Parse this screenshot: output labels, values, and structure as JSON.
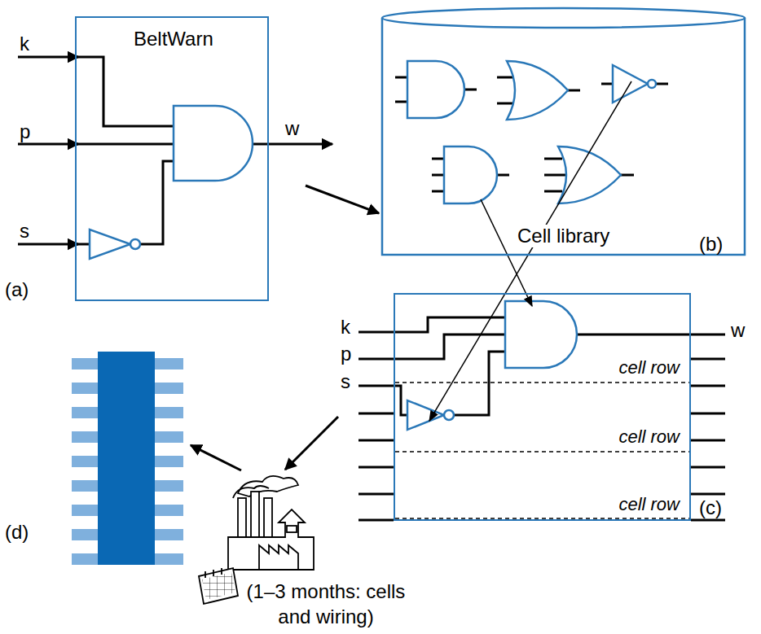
{
  "diagram": {
    "nodes": [
      {
        "text": [
          "BeltWarn"
        ]
      },
      {
        "text": [
          "Cell library"
        ]
      },
      {
        "text": [
          "cell row",
          "cell row",
          "cell row"
        ]
      },
      {
        "text": [
          "(1–3 months: cells and wiring)"
        ]
      }
    ],
    "edges": [
      {
        "from": 0,
        "to": 1,
        "arrow": "to"
      },
      {
        "from": 2,
        "to": 3,
        "arrow": "to"
      }
    ],
    "labels": [
      "k",
      "p",
      "s",
      "w",
      "(a)",
      "(b)",
      "k",
      "p",
      "s",
      "w",
      "(c)",
      "(d)"
    ]
  }
}
